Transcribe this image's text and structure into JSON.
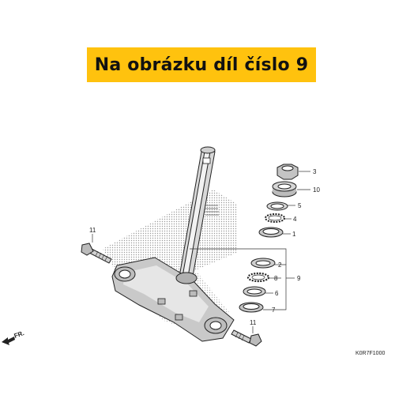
{
  "banner": {
    "text": "Na obrázku díl číslo 9",
    "background": "#ffc20e"
  },
  "diagram": {
    "callouts": [
      "3",
      "10",
      "5",
      "4",
      "1",
      "2",
      "8",
      "9",
      "6",
      "7",
      "11",
      "11"
    ],
    "direction_label": "FR.",
    "code": "K0R7F1000"
  }
}
